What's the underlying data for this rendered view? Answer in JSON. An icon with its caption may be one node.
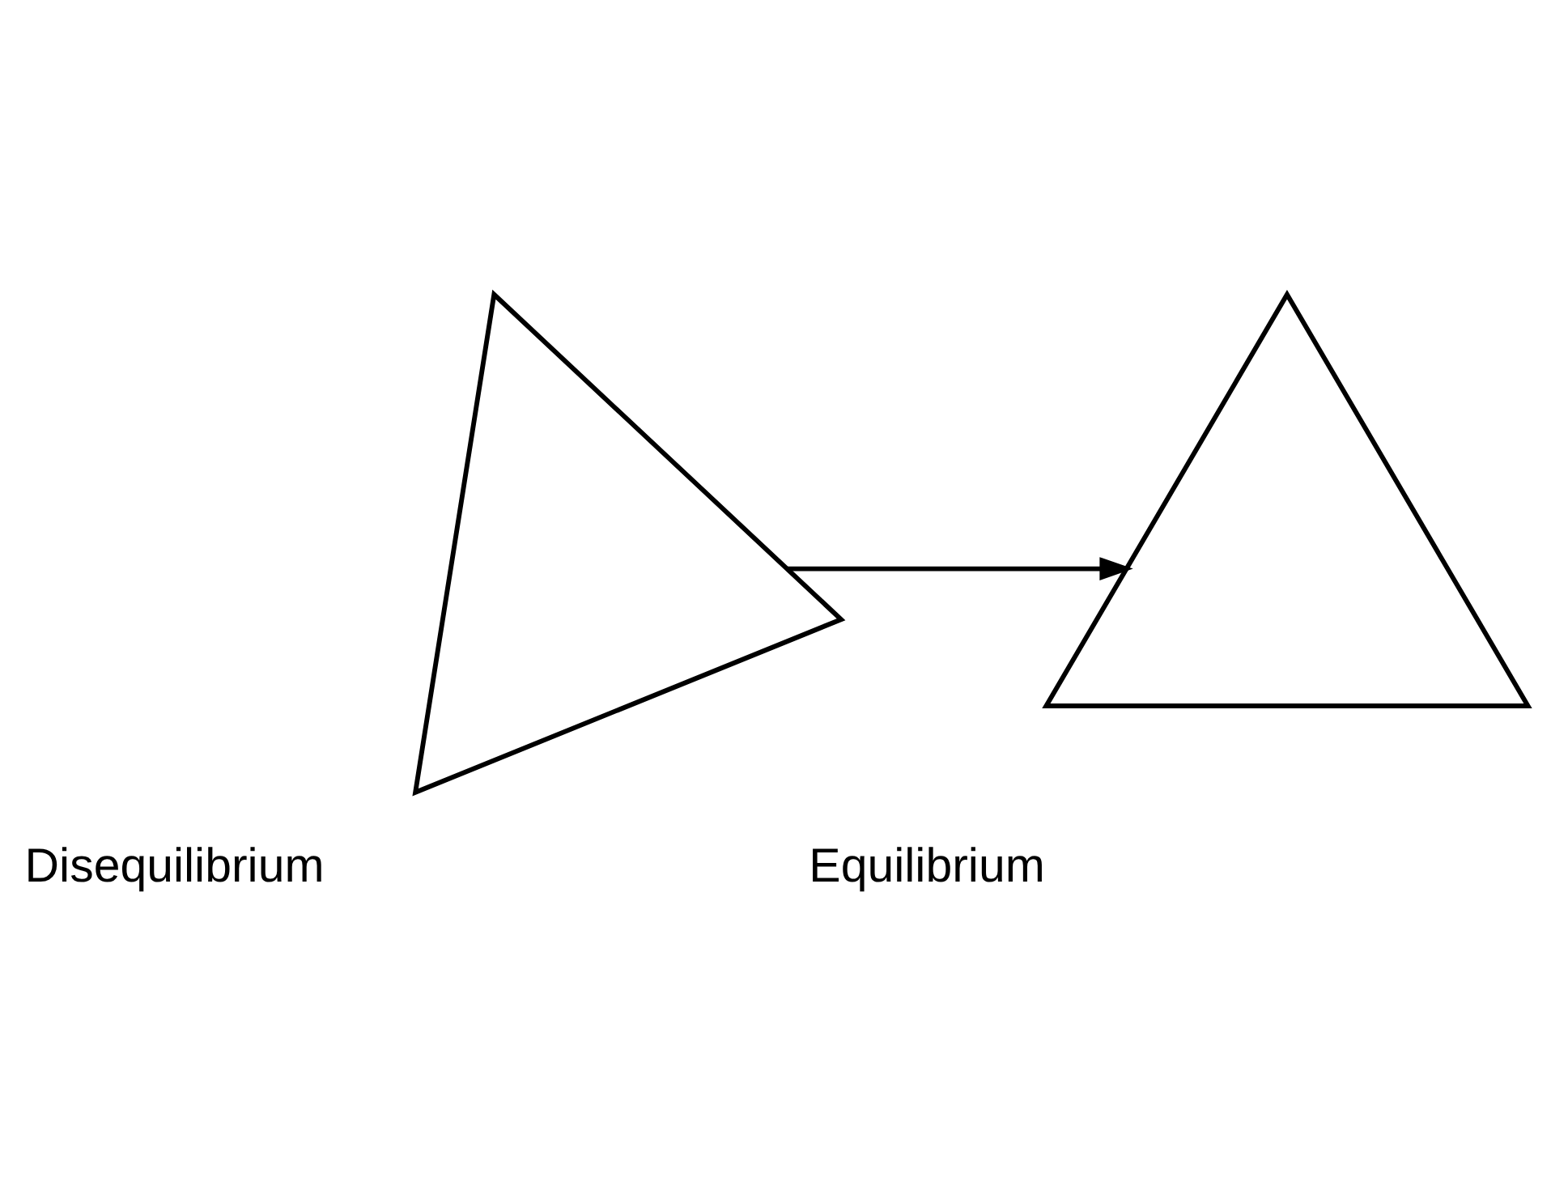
{
  "diagram": {
    "nodes": [
      {
        "text": [
          "Disequilibrium"
        ]
      },
      {
        "text": [
          "Equilibrium"
        ]
      }
    ],
    "edges": [
      {
        "from": 0,
        "to": 1,
        "arrow": "to"
      }
    ]
  }
}
